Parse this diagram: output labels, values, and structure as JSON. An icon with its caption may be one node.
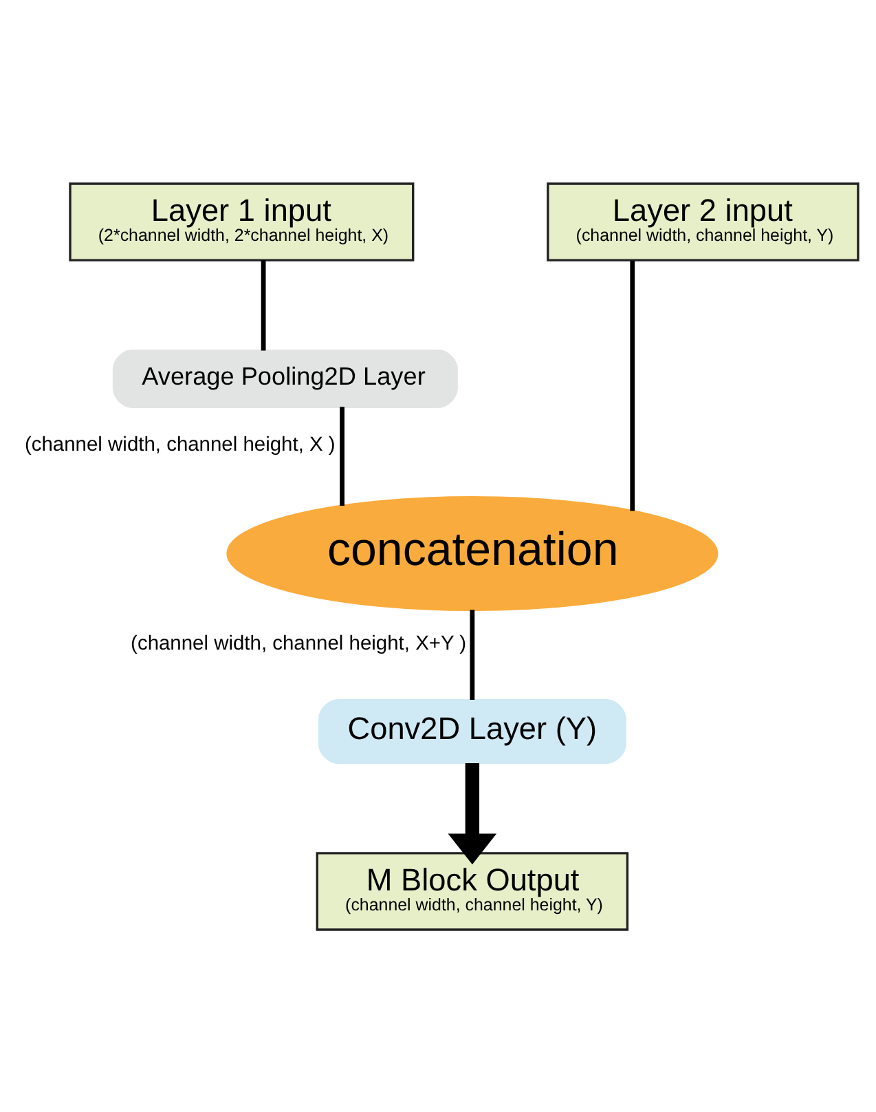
{
  "diagram": {
    "nodes": [
      {
        "text": [
          "Layer 1 input",
          "(2*channel width, 2*channel height, X)"
        ]
      },
      {
        "text": [
          "Layer 2 input",
          "(channel width, channel height, Y)"
        ]
      },
      {
        "text": [
          "Average Pooling2D Layer"
        ]
      },
      {
        "text": [
          "concatenation"
        ]
      },
      {
        "text": [
          "Conv2D Layer (Y)"
        ]
      },
      {
        "text": [
          "M Block Output",
          "(channel width, channel height, Y)"
        ]
      }
    ],
    "edges": [
      {
        "from": 0,
        "to": 2,
        "arrow": "none"
      },
      {
        "from": 2,
        "to": 3,
        "arrow": "none",
        "label": "(channel width, channel height, X )"
      },
      {
        "from": 1,
        "to": 3,
        "arrow": "none"
      },
      {
        "from": 3,
        "to": 4,
        "arrow": "none",
        "label": "(channel width, channel height, X+Y )"
      },
      {
        "from": 4,
        "to": 5,
        "arrow": "to",
        "style": "thick"
      }
    ]
  }
}
